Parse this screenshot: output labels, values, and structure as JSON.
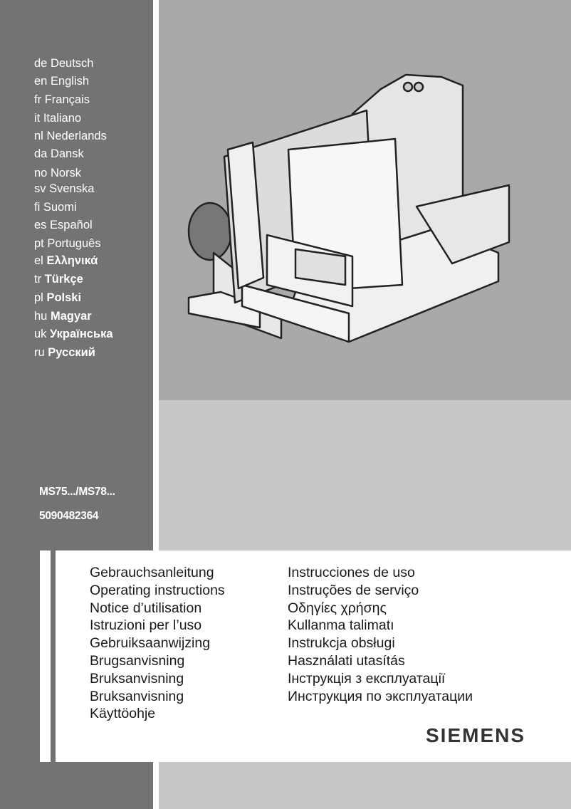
{
  "languages": [
    {
      "code": "de",
      "name": "Deutsch"
    },
    {
      "code": "en",
      "name": "English"
    },
    {
      "code": "fr",
      "name": "Français"
    },
    {
      "code": "it",
      "name": "Italiano"
    },
    {
      "code": "nl",
      "name": "Nederlands"
    },
    {
      "code": "da",
      "name": "Dansk"
    },
    {
      "code": "no",
      "name": "Norsk"
    },
    {
      "code": "sv",
      "name": "Svenska"
    },
    {
      "code": "fi",
      "name": "Suomi"
    },
    {
      "code": "es",
      "name": "Español"
    },
    {
      "code": "pt",
      "name": "Português"
    },
    {
      "code": "el",
      "name": "Ελληνικά"
    },
    {
      "code": "tr",
      "name": "Türkçe"
    },
    {
      "code": "pl",
      "name": "Polski"
    },
    {
      "code": "hu",
      "name": "Magyar"
    },
    {
      "code": "uk",
      "name": "Українська"
    },
    {
      "code": "ru",
      "name": "Русский"
    }
  ],
  "model": "MS75.../MS78...",
  "part_number": "5090482364",
  "titles_left": [
    "Gebrauchsanleitung",
    "Operating instructions",
    "Notice d’utilisation",
    "Istruzioni per l’uso",
    "Gebruiksaanwijzing",
    "Brugsanvisning",
    "Bruksanvisning",
    "Bruksanvisning",
    "Käyttöohje"
  ],
  "titles_right": [
    "Instrucciones de uso",
    "Instruções de serviço",
    "Οδηγίες χρήσης",
    "Kullanma talimatı",
    "Instrukcja obsługi",
    "Használati utasítás",
    "Інструкція з експлуатації",
    "Инструкция по эксплуатации"
  ],
  "brand": "SIEMENS",
  "colors": {
    "dark_panel": "#747273",
    "top_panel": "#a9a9a9",
    "light_panel": "#c6c6c6"
  }
}
